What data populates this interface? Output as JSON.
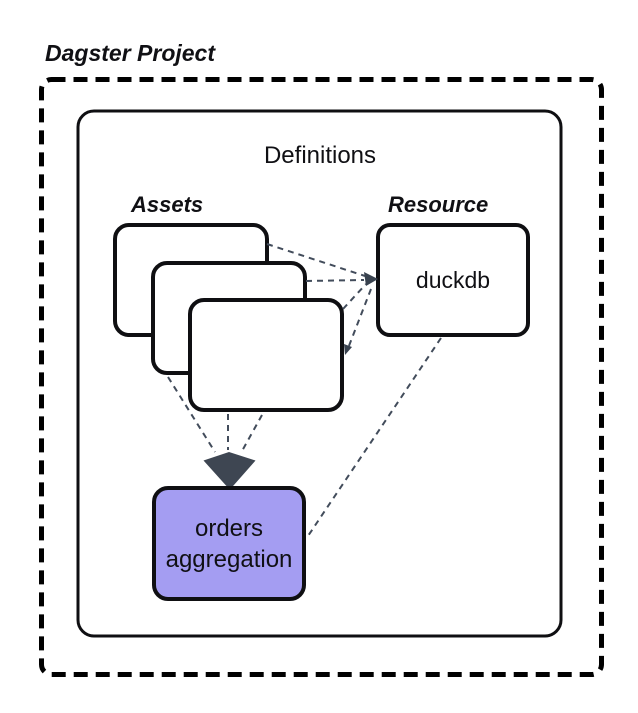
{
  "diagram": {
    "title": "Dagster Project",
    "definitions_label": "Definitions",
    "assets": {
      "label": "Assets",
      "card_count": 3
    },
    "resource": {
      "label": "Resource",
      "name": "duckdb"
    },
    "orders_asset": {
      "label_line1": "orders",
      "label_line2": "aggregation"
    },
    "colors": {
      "background": "#ffffff",
      "box_border": "#0f0f12",
      "outer_border": "#000000",
      "connector": "#424c5b",
      "arrowhead": "#3e4652",
      "orders_fill": "#a49df2",
      "text": "#101014"
    }
  }
}
